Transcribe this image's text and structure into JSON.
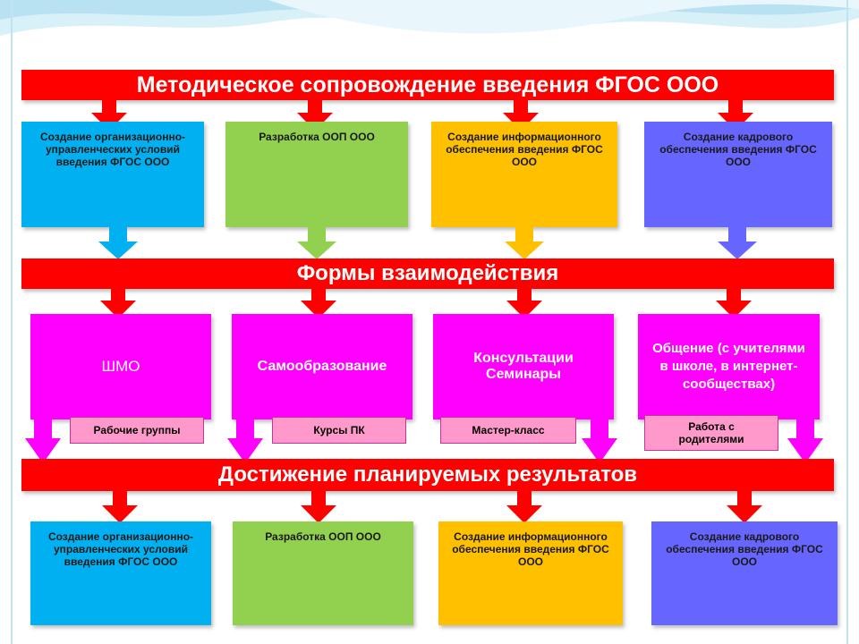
{
  "colors": {
    "red": "#ff0000",
    "blue": "#00b0f0",
    "green": "#92d050",
    "orange": "#ffc000",
    "purple": "#6666ff",
    "magenta": "#ff00ff",
    "pink": "#ff99cc"
  },
  "header": {
    "title": "Методическое  сопровождение введения ФГОС ООО"
  },
  "top_boxes": [
    {
      "text": "Создание организационно-управленческих условий введения ФГОС ООО"
    },
    {
      "text": "Разработка ООП ООО"
    },
    {
      "text": "Создание информационного обеспечения введения ФГОС ООО"
    },
    {
      "text": "Создание кадрового обеспечения введения ФГОС ООО"
    }
  ],
  "middle_banner": {
    "title": "Формы взаимодействия"
  },
  "forms": [
    {
      "text": "ШМО",
      "tag": "Рабочие группы"
    },
    {
      "text": "Самообразование",
      "tag": "Курсы ПК"
    },
    {
      "text": "Консультации Семинары",
      "tag": "Мастер-класс"
    },
    {
      "text": "Общение (с учителями в школе, в интернет-сообществах)",
      "tag": "Работа с родителями"
    }
  ],
  "results_banner": {
    "title": "Достижение планируемых результатов"
  },
  "bottom_boxes": [
    {
      "text": "Создание организационно-управленческих условий введения ФГОС ООО"
    },
    {
      "text": "Разработка ООП ООО"
    },
    {
      "text": "Создание информационного обеспечения введения ФГОС ООО"
    },
    {
      "text": "Создание кадрового обеспечения введения ФГОС ООО"
    }
  ]
}
